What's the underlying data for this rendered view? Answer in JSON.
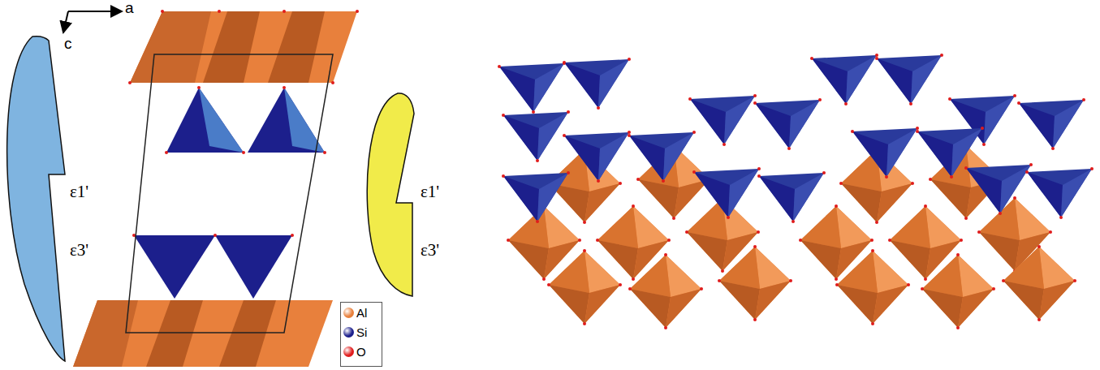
{
  "diagram": {
    "labels": [
      "a",
      "c",
      "ε1'",
      "ε3'",
      "ε1'",
      "ε3'"
    ],
    "legend": [
      {
        "text": "Al",
        "color": "#e8803c"
      },
      {
        "text": "Si",
        "color": "#1c1f8c"
      },
      {
        "text": "O",
        "color": "#e01c1c"
      }
    ]
  }
}
